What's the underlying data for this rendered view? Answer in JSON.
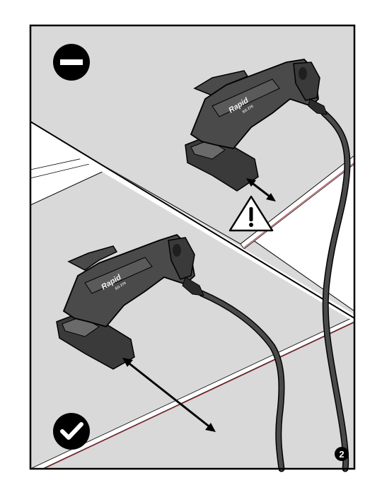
{
  "illustration": {
    "incorrect_symbol": "minus-icon",
    "correct_symbol": "checkmark-icon",
    "warning_symbol": "warning-triangle-icon",
    "brand_text": "Rapid",
    "model_text": "EG 270",
    "page_number": "2",
    "colors": {
      "background": "#d9d9d9",
      "tool_body": "#4a4a4a",
      "tool_dark": "#2b2b2b",
      "tool_light": "#6a6a6a",
      "outline": "#000000",
      "edge_line": "#b0303a"
    }
  }
}
